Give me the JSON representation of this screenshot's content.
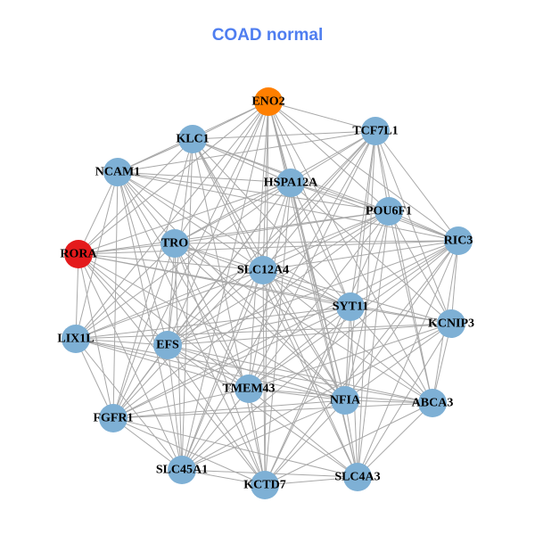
{
  "title": "COAD normal",
  "colors": {
    "default": "#7eb0d5",
    "highlight_orange": "#ff7f00",
    "highlight_red": "#e41a1c",
    "edge": "#a8a8a8"
  },
  "nodes": [
    {
      "id": "ENO2",
      "color": "highlight_orange"
    },
    {
      "id": "KLC1"
    },
    {
      "id": "TCF7L1"
    },
    {
      "id": "NCAM1"
    },
    {
      "id": "HSPA12A"
    },
    {
      "id": "POU6F1"
    },
    {
      "id": "RIC3"
    },
    {
      "id": "RORA",
      "color": "highlight_red"
    },
    {
      "id": "TRO"
    },
    {
      "id": "SLC12A4"
    },
    {
      "id": "SYT11"
    },
    {
      "id": "KCNIP3"
    },
    {
      "id": "LIX1L"
    },
    {
      "id": "EFS"
    },
    {
      "id": "TMEM43"
    },
    {
      "id": "NFIA"
    },
    {
      "id": "ABCA3"
    },
    {
      "id": "FGFR1"
    },
    {
      "id": "SLC45A1"
    },
    {
      "id": "KCTD7"
    },
    {
      "id": "SLC4A3"
    }
  ],
  "edges": [
    [
      "ENO2",
      "KLC1"
    ],
    [
      "ENO2",
      "TCF7L1"
    ],
    [
      "ENO2",
      "NCAM1"
    ],
    [
      "ENO2",
      "HSPA12A"
    ],
    [
      "ENO2",
      "POU6F1"
    ],
    [
      "ENO2",
      "RIC3"
    ],
    [
      "ENO2",
      "TRO"
    ],
    [
      "ENO2",
      "SLC12A4"
    ],
    [
      "ENO2",
      "SYT11"
    ],
    [
      "ENO2",
      "EFS"
    ],
    [
      "ENO2",
      "TMEM43"
    ],
    [
      "ENO2",
      "NFIA"
    ],
    [
      "ENO2",
      "ABCA3"
    ],
    [
      "ENO2",
      "FGFR1"
    ],
    [
      "ENO2",
      "SLC45A1"
    ],
    [
      "ENO2",
      "KCTD7"
    ],
    [
      "ENO2",
      "SLC4A3"
    ],
    [
      "ENO2",
      "RORA"
    ],
    [
      "ENO2",
      "LIX1L"
    ],
    [
      "KLC1",
      "TCF7L1"
    ],
    [
      "KLC1",
      "NCAM1"
    ],
    [
      "KLC1",
      "HSPA12A"
    ],
    [
      "KLC1",
      "POU6F1"
    ],
    [
      "KLC1",
      "RIC3"
    ],
    [
      "KLC1",
      "RORA"
    ],
    [
      "KLC1",
      "SLC12A4"
    ],
    [
      "KLC1",
      "SYT11"
    ],
    [
      "KLC1",
      "EFS"
    ],
    [
      "KLC1",
      "NFIA"
    ],
    [
      "KLC1",
      "SLC45A1"
    ],
    [
      "KLC1",
      "KCTD7"
    ],
    [
      "KLC1",
      "SLC4A3"
    ],
    [
      "KLC1",
      "FGFR1"
    ],
    [
      "TCF7L1",
      "NCAM1"
    ],
    [
      "TCF7L1",
      "HSPA12A"
    ],
    [
      "TCF7L1",
      "POU6F1"
    ],
    [
      "TCF7L1",
      "RIC3"
    ],
    [
      "TCF7L1",
      "TRO"
    ],
    [
      "TCF7L1",
      "SLC12A4"
    ],
    [
      "TCF7L1",
      "SYT11"
    ],
    [
      "TCF7L1",
      "KCNIP3"
    ],
    [
      "TCF7L1",
      "EFS"
    ],
    [
      "TCF7L1",
      "TMEM43"
    ],
    [
      "TCF7L1",
      "NFIA"
    ],
    [
      "TCF7L1",
      "ABCA3"
    ],
    [
      "TCF7L1",
      "SLC45A1"
    ],
    [
      "TCF7L1",
      "SLC4A3"
    ],
    [
      "TCF7L1",
      "FGFR1"
    ],
    [
      "NCAM1",
      "HSPA12A"
    ],
    [
      "NCAM1",
      "POU6F1"
    ],
    [
      "NCAM1",
      "RIC3"
    ],
    [
      "NCAM1",
      "RORA"
    ],
    [
      "NCAM1",
      "TRO"
    ],
    [
      "NCAM1",
      "SLC12A4"
    ],
    [
      "NCAM1",
      "SYT11"
    ],
    [
      "NCAM1",
      "LIX1L"
    ],
    [
      "NCAM1",
      "EFS"
    ],
    [
      "NCAM1",
      "TMEM43"
    ],
    [
      "NCAM1",
      "NFIA"
    ],
    [
      "NCAM1",
      "FGFR1"
    ],
    [
      "NCAM1",
      "SLC45A1"
    ],
    [
      "NCAM1",
      "KCTD7"
    ],
    [
      "HSPA12A",
      "POU6F1"
    ],
    [
      "HSPA12A",
      "RIC3"
    ],
    [
      "HSPA12A",
      "RORA"
    ],
    [
      "HSPA12A",
      "TRO"
    ],
    [
      "HSPA12A",
      "SYT11"
    ],
    [
      "HSPA12A",
      "KCNIP3"
    ],
    [
      "HSPA12A",
      "LIX1L"
    ],
    [
      "HSPA12A",
      "EFS"
    ],
    [
      "HSPA12A",
      "TMEM43"
    ],
    [
      "HSPA12A",
      "NFIA"
    ],
    [
      "HSPA12A",
      "FGFR1"
    ],
    [
      "HSPA12A",
      "SLC45A1"
    ],
    [
      "HSPA12A",
      "KCTD7"
    ],
    [
      "HSPA12A",
      "SLC4A3"
    ],
    [
      "POU6F1",
      "RIC3"
    ],
    [
      "POU6F1",
      "RORA"
    ],
    [
      "POU6F1",
      "TRO"
    ],
    [
      "POU6F1",
      "SLC12A4"
    ],
    [
      "POU6F1",
      "KCNIP3"
    ],
    [
      "POU6F1",
      "LIX1L"
    ],
    [
      "POU6F1",
      "EFS"
    ],
    [
      "POU6F1",
      "TMEM43"
    ],
    [
      "POU6F1",
      "NFIA"
    ],
    [
      "POU6F1",
      "ABCA3"
    ],
    [
      "POU6F1",
      "FGFR1"
    ],
    [
      "POU6F1",
      "KCTD7"
    ],
    [
      "POU6F1",
      "SLC4A3"
    ],
    [
      "RIC3",
      "RORA"
    ],
    [
      "RIC3",
      "TRO"
    ],
    [
      "RIC3",
      "SLC12A4"
    ],
    [
      "RIC3",
      "SYT11"
    ],
    [
      "RIC3",
      "KCNIP3"
    ],
    [
      "RIC3",
      "EFS"
    ],
    [
      "RIC3",
      "TMEM43"
    ],
    [
      "RIC3",
      "NFIA"
    ],
    [
      "RIC3",
      "ABCA3"
    ],
    [
      "RIC3",
      "FGFR1"
    ],
    [
      "RIC3",
      "SLC45A1"
    ],
    [
      "RIC3",
      "KCTD7"
    ],
    [
      "RIC3",
      "SLC4A3"
    ],
    [
      "RORA",
      "TRO"
    ],
    [
      "RORA",
      "SLC12A4"
    ],
    [
      "RORA",
      "SYT11"
    ],
    [
      "RORA",
      "LIX1L"
    ],
    [
      "RORA",
      "EFS"
    ],
    [
      "RORA",
      "TMEM43"
    ],
    [
      "RORA",
      "NFIA"
    ],
    [
      "RORA",
      "FGFR1"
    ],
    [
      "RORA",
      "SLC45A1"
    ],
    [
      "RORA",
      "KCTD7"
    ],
    [
      "RORA",
      "KCNIP3"
    ],
    [
      "TRO",
      "SLC12A4"
    ],
    [
      "TRO",
      "SYT11"
    ],
    [
      "TRO",
      "LIX1L"
    ],
    [
      "TRO",
      "EFS"
    ],
    [
      "TRO",
      "TMEM43"
    ],
    [
      "TRO",
      "NFIA"
    ],
    [
      "TRO",
      "FGFR1"
    ],
    [
      "TRO",
      "SLC45A1"
    ],
    [
      "TRO",
      "KCTD7"
    ],
    [
      "TRO",
      "ABCA3"
    ],
    [
      "SLC12A4",
      "SYT11"
    ],
    [
      "SLC12A4",
      "KCNIP3"
    ],
    [
      "SLC12A4",
      "LIX1L"
    ],
    [
      "SLC12A4",
      "EFS"
    ],
    [
      "SLC12A4",
      "NFIA"
    ],
    [
      "SLC12A4",
      "ABCA3"
    ],
    [
      "SLC12A4",
      "SLC45A1"
    ],
    [
      "SLC12A4",
      "KCTD7"
    ],
    [
      "SLC12A4",
      "SLC4A3"
    ],
    [
      "SYT11",
      "KCNIP3"
    ],
    [
      "SYT11",
      "LIX1L"
    ],
    [
      "SYT11",
      "EFS"
    ],
    [
      "SYT11",
      "TMEM43"
    ],
    [
      "SYT11",
      "NFIA"
    ],
    [
      "SYT11",
      "ABCA3"
    ],
    [
      "SYT11",
      "FGFR1"
    ],
    [
      "SYT11",
      "KCTD7"
    ],
    [
      "SYT11",
      "SLC4A3"
    ],
    [
      "KCNIP3",
      "LIX1L"
    ],
    [
      "KCNIP3",
      "EFS"
    ],
    [
      "KCNIP3",
      "TMEM43"
    ],
    [
      "KCNIP3",
      "NFIA"
    ],
    [
      "KCNIP3",
      "ABCA3"
    ],
    [
      "KCNIP3",
      "SLC45A1"
    ],
    [
      "KCNIP3",
      "SLC4A3"
    ],
    [
      "LIX1L",
      "EFS"
    ],
    [
      "LIX1L",
      "TMEM43"
    ],
    [
      "LIX1L",
      "NFIA"
    ],
    [
      "LIX1L",
      "FGFR1"
    ],
    [
      "LIX1L",
      "SLC45A1"
    ],
    [
      "LIX1L",
      "ABCA3"
    ],
    [
      "EFS",
      "TMEM43"
    ],
    [
      "EFS",
      "NFIA"
    ],
    [
      "EFS",
      "FGFR1"
    ],
    [
      "EFS",
      "SLC45A1"
    ],
    [
      "EFS",
      "KCTD7"
    ],
    [
      "EFS",
      "SLC4A3"
    ],
    [
      "EFS",
      "ABCA3"
    ],
    [
      "TMEM43",
      "NFIA"
    ],
    [
      "TMEM43",
      "ABCA3"
    ],
    [
      "TMEM43",
      "FGFR1"
    ],
    [
      "TMEM43",
      "SLC45A1"
    ],
    [
      "TMEM43",
      "KCTD7"
    ],
    [
      "TMEM43",
      "SLC4A3"
    ],
    [
      "NFIA",
      "ABCA3"
    ],
    [
      "NFIA",
      "FGFR1"
    ],
    [
      "NFIA",
      "SLC45A1"
    ],
    [
      "NFIA",
      "KCTD7"
    ],
    [
      "NFIA",
      "SLC4A3"
    ],
    [
      "ABCA3",
      "SLC4A3"
    ],
    [
      "ABCA3",
      "KCTD7"
    ],
    [
      "ABCA3",
      "FGFR1"
    ],
    [
      "FGFR1",
      "SLC45A1"
    ],
    [
      "FGFR1",
      "KCTD7"
    ],
    [
      "FGFR1",
      "SLC4A3"
    ],
    [
      "SLC45A1",
      "KCTD7"
    ],
    [
      "SLC45A1",
      "SLC4A3"
    ],
    [
      "KCTD7",
      "SLC4A3"
    ]
  ]
}
